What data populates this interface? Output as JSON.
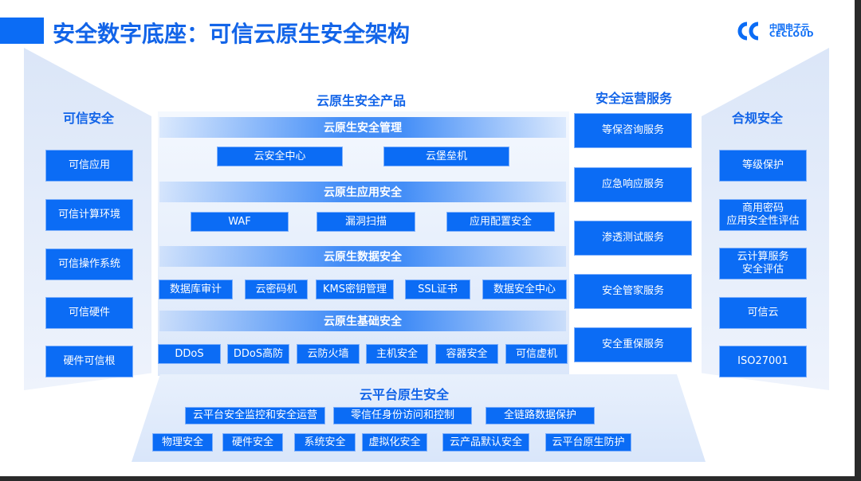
{
  "title": "安全数字底座：可信云原生安全架构",
  "logo": {
    "cn": "中国电子云",
    "en": "CECLOUD"
  },
  "trusted": {
    "title": "可信安全",
    "items": [
      "可信应用",
      "可信计算环境",
      "可信操作系统",
      "可信硬件",
      "硬件可信根"
    ]
  },
  "compliance": {
    "title": "合规安全",
    "items": [
      "等级保护",
      "商用密码\n应用安全性评估",
      "云计算服务\n安全评估",
      "可信云",
      "ISO27001"
    ]
  },
  "services": {
    "title": "安全运营服务",
    "items": [
      "等保咨询服务",
      "应急响应服务",
      "渗透测试服务",
      "安全管家服务",
      "安全重保服务"
    ]
  },
  "products": {
    "title": "云原生安全产品",
    "groups": [
      {
        "title": "云原生安全管理",
        "items": [
          "云安全中心",
          "云堡垒机"
        ]
      },
      {
        "title": "云原生应用安全",
        "items": [
          "WAF",
          "漏洞扫描",
          "应用配置安全"
        ]
      },
      {
        "title": "云原生数据安全",
        "items": [
          "数据库审计",
          "云密码机",
          "KMS密钥管理",
          "SSL证书",
          "数据安全中心"
        ]
      },
      {
        "title": "云原生基础安全",
        "items": [
          "DDoS",
          "DDoS高防",
          "云防火墙",
          "主机安全",
          "容器安全",
          "可信虚机"
        ]
      }
    ]
  },
  "platform": {
    "title": "云平台原生安全",
    "row1": [
      "云平台安全监控和安全运营",
      "零信任身份访问和控制",
      "全链路数据保护"
    ],
    "row2": [
      "物理安全",
      "硬件安全",
      "系统安全",
      "虚拟化安全",
      "云产品默认安全",
      "云平台原生防护"
    ]
  },
  "colors": {
    "brand": "#0b6cf5",
    "title": "#1264e8"
  }
}
